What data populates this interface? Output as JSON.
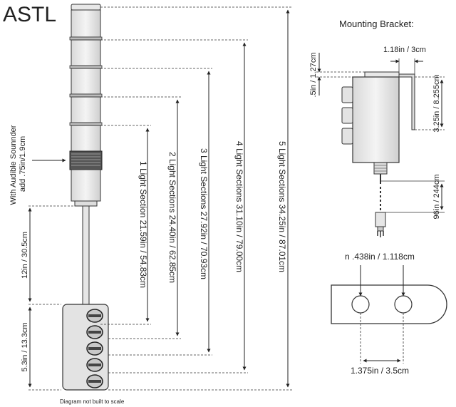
{
  "title": "ASTL",
  "bracket": {
    "title": "Mounting Bracket:",
    "dim_top": "1.18in / 3cm",
    "dim_left": ".5in / 1.27cm",
    "dim_right": "3.25in / 8.255cm",
    "dim_cable": "96in / 244cm"
  },
  "holes": {
    "diameter": "n .438in / 1.118cm",
    "spacing": "1.375in / 3.5cm"
  },
  "sounder_note": {
    "line1": "With Audible Sounnder",
    "line2": "add .75in/1.9cm"
  },
  "pole_dim": "12in / 30.5cm",
  "box_dim": "5.3in / 13.3cm",
  "sections": [
    {
      "label": "1 Light  Section 21.59in / 54.83cm"
    },
    {
      "label": "2 Light Sections 24.40in / 62.85cm"
    },
    {
      "label": "3 Light Sections 27.92in / 70.93cm"
    },
    {
      "label": "4 Light  Sections 31.10in / 79.00cm"
    },
    {
      "label": "5 Light Sections 34.25in / 87.01cm"
    }
  ],
  "footnote": "Diagram not built to scale"
}
